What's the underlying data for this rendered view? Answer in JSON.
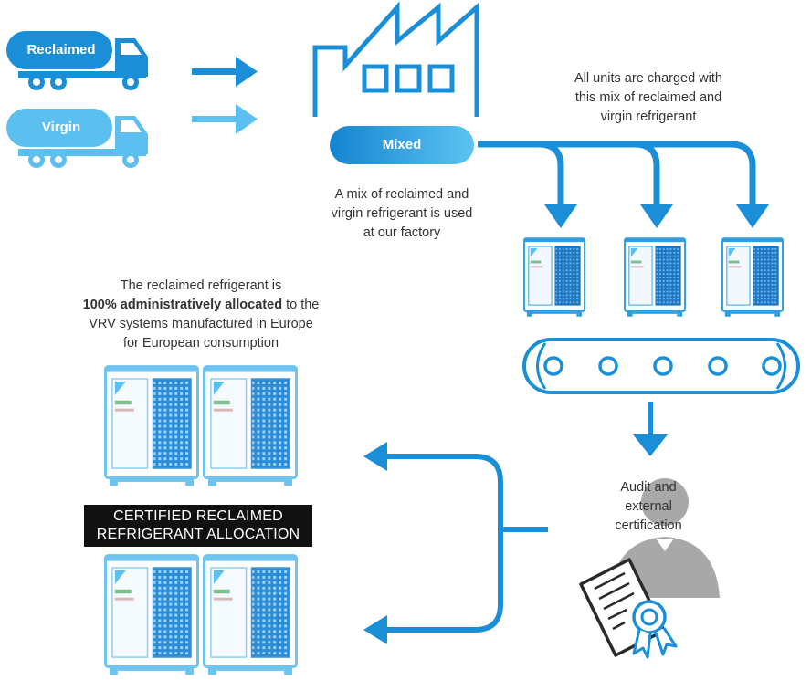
{
  "trucks": {
    "reclaimed_label": "Reclaimed",
    "virgin_label": "Virgin"
  },
  "mixed_label": "Mixed",
  "factory_caption": [
    "A mix of reclaimed and",
    "virgin refrigerant is used",
    "at our factory"
  ],
  "units_caption": [
    "All units are charged with",
    "this mix of reclaimed and",
    "virgin refrigerant"
  ],
  "allocation_caption": {
    "line1": "The reclaimed refrigerant is",
    "bold": "100% administratively allocated",
    "line2_rest": " to the",
    "line3": "VRV systems manufactured in Europe",
    "line4": "for European consumption"
  },
  "audit_caption": [
    "Audit and",
    "external",
    "certification"
  ],
  "cert_banner": [
    "CERTIFIED RECLAIMED",
    "REFRIGERANT ALLOCATION"
  ],
  "colors": {
    "primary_blue": "#1a8fd8",
    "light_blue": "#5bbff0",
    "unit_blue": "#2f9ee0",
    "grey": "#a0a0a0",
    "banner": "#111111"
  },
  "icons": [
    "tanker-truck-icon",
    "factory-icon",
    "vrv-outdoor-unit-icon",
    "conveyor-belt-icon",
    "auditor-icon",
    "certificate-icon"
  ]
}
